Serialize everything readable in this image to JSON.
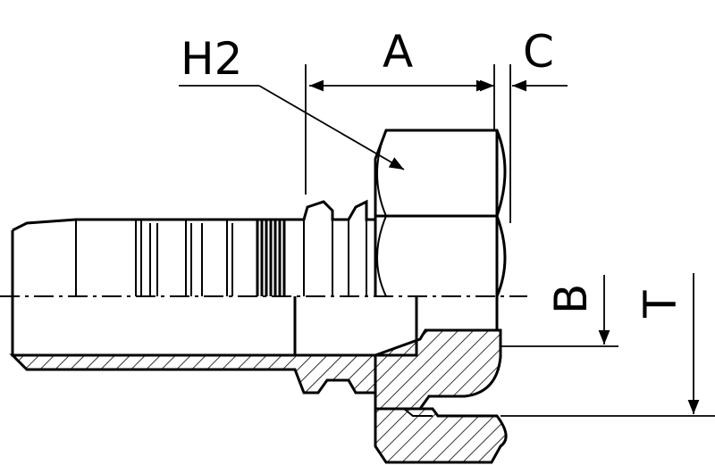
{
  "labels": {
    "h2": "H2",
    "a": "A",
    "c": "C",
    "b": "B",
    "t": "T"
  },
  "colors": {
    "line": "#000000",
    "background": "#ffffff"
  }
}
